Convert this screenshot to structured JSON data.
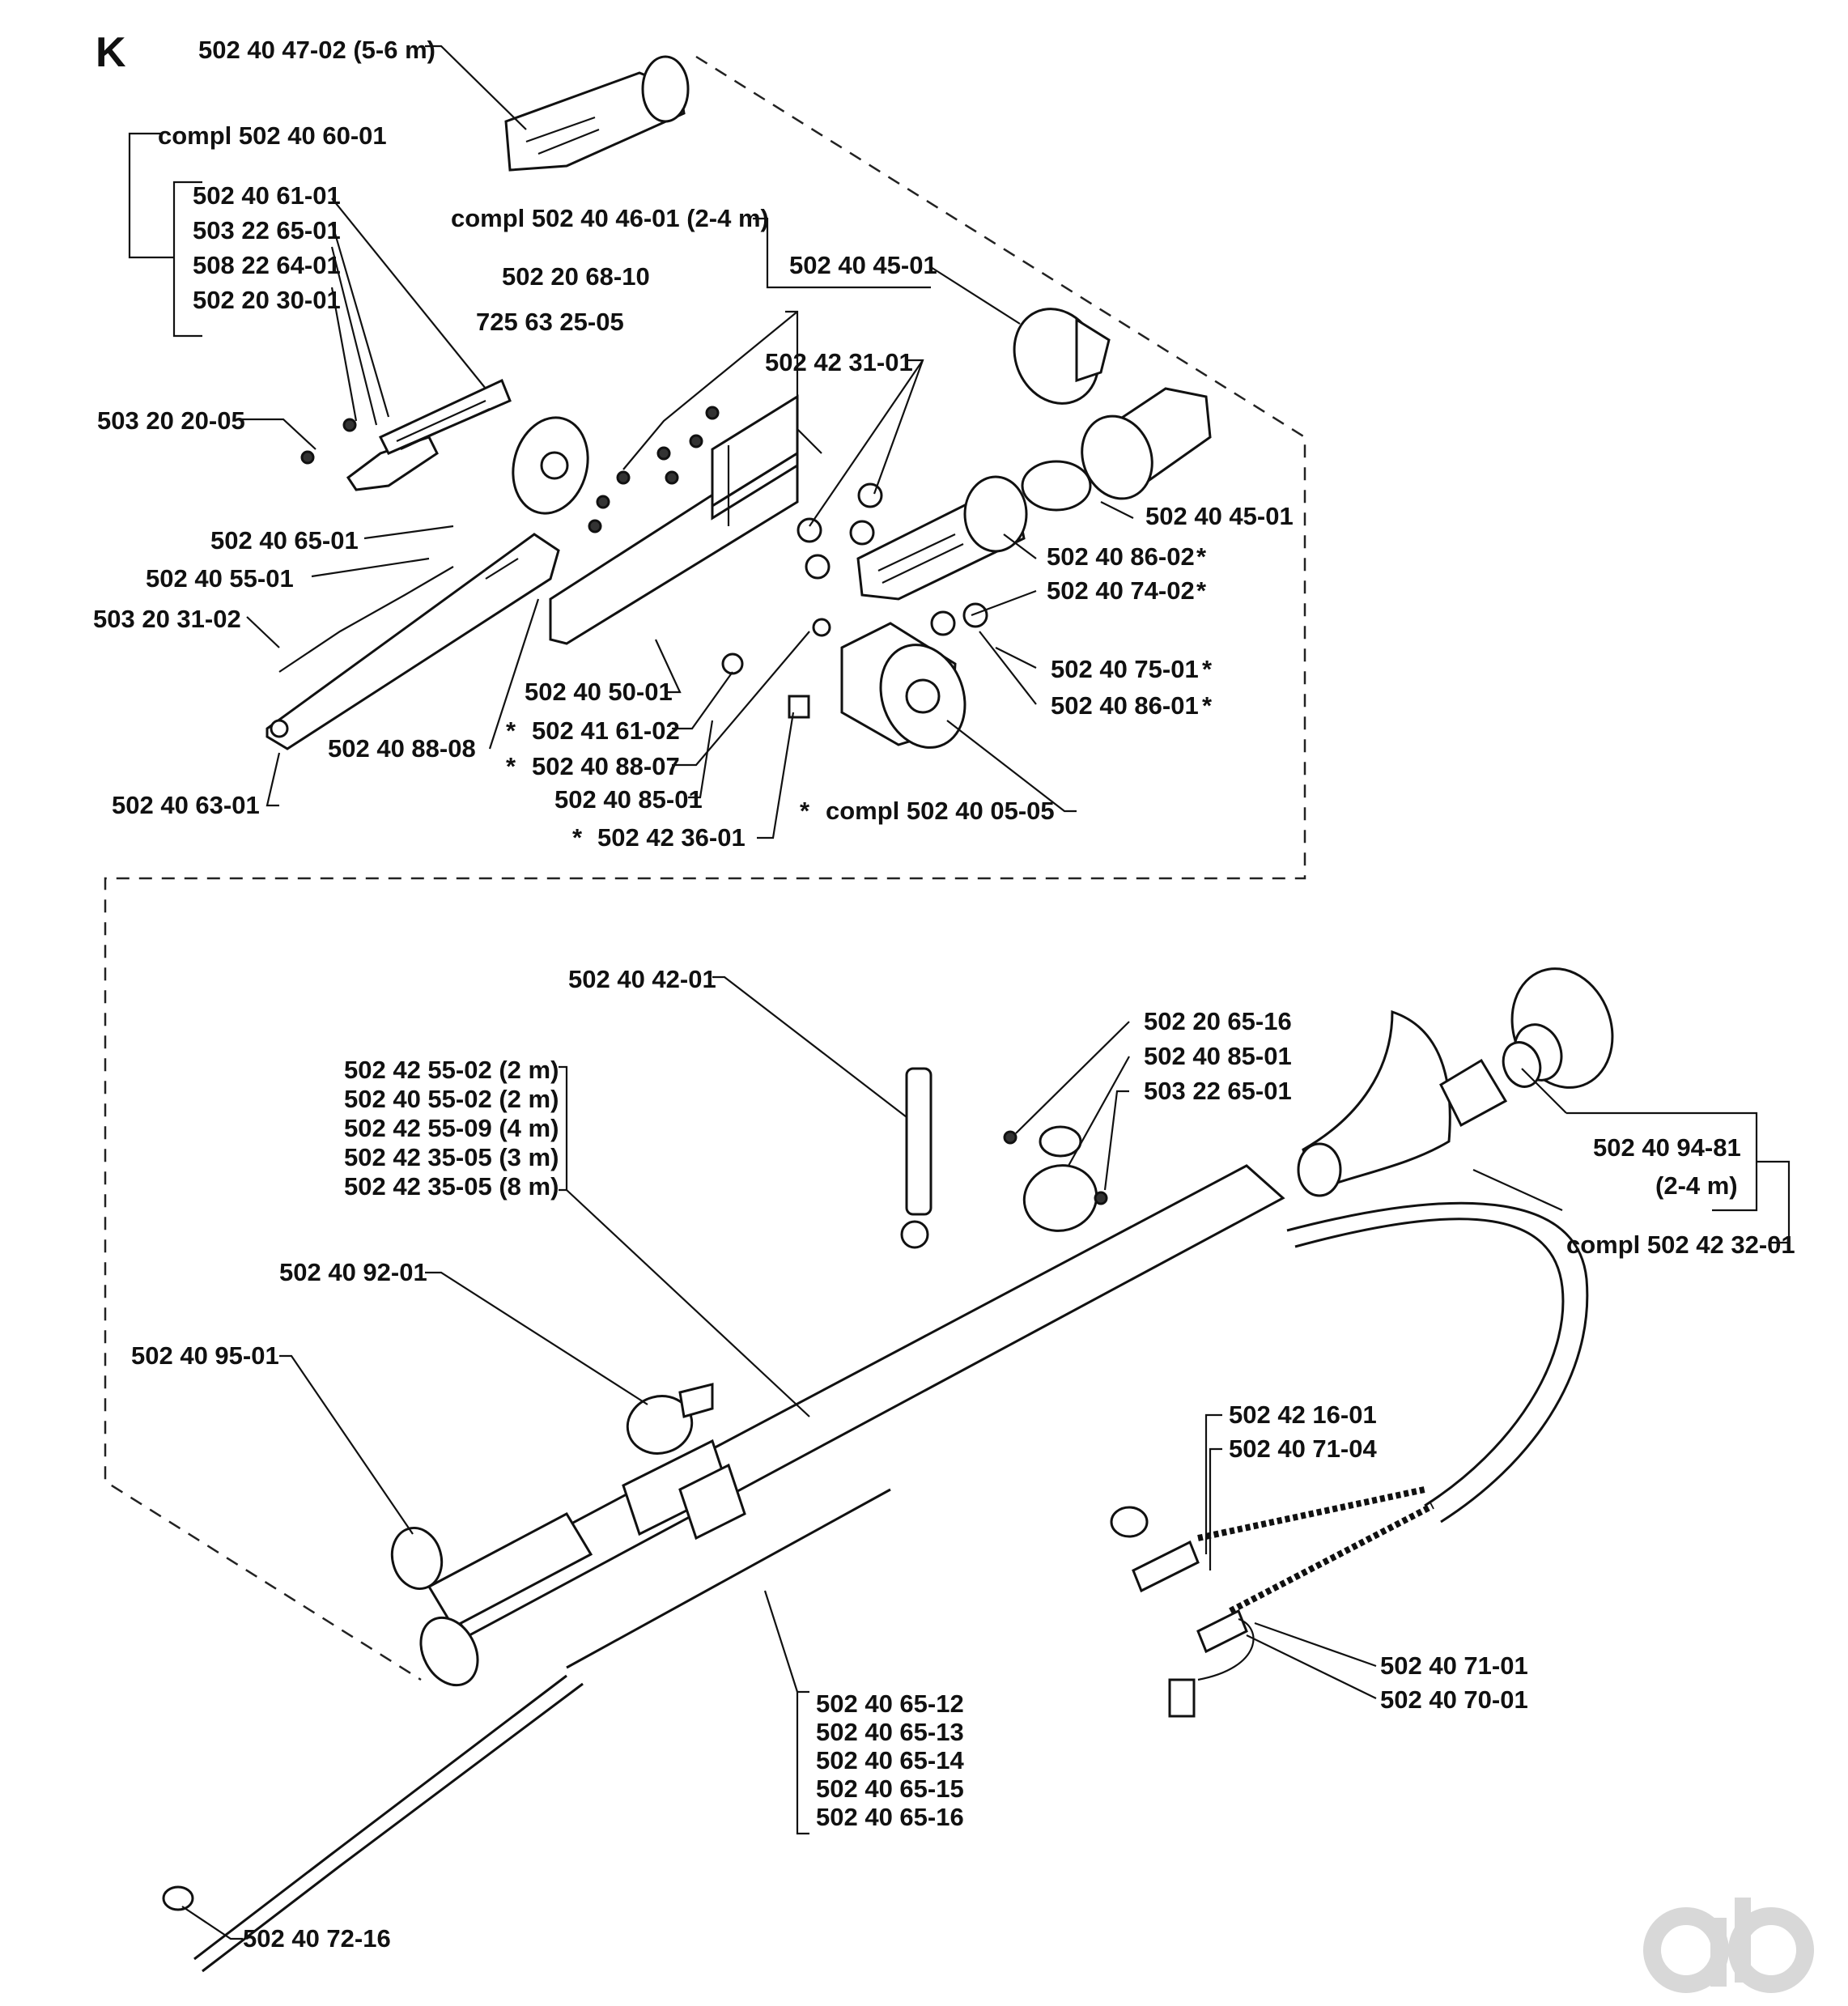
{
  "section_letter": "K",
  "labels": {
    "top_tube": "502 40 47-02 (5-6 m)",
    "compl_head": "compl 502 40 60-01",
    "head_1": "502 40 61-01",
    "head_2": "503 22 65-01",
    "head_3": "508 22 64-01",
    "head_4": "502 20 30-01",
    "compl_gear": "compl 502 40 46-01 (2-4 m)",
    "screw_10": "502 20 68-10",
    "screw_725": "725 63 25-05",
    "clamp_top": "502 40 45-01",
    "bush": "502 42 31-01",
    "bolt_20": "503 20 20-05",
    "coupling_r": "502 40 45-01",
    "cover": "502 40 65-01",
    "plate": "502 40 55-01",
    "star_1": "502 40 86-02",
    "star_2": "502 40 74-02",
    "chain": "503 20 31-02",
    "star_3": "502 40 75-01",
    "star_4": "502 40 86-01",
    "bar_body": "502 40 50-01",
    "pin": "502 41 61-02",
    "nut": "502 40 88-08",
    "sleeve": "502 40 88-07",
    "bar": "502 40 63-01",
    "spring": "502 40 85-01",
    "compl_motor": "compl 502 40 05-05",
    "washer": "502 42 36-01",
    "handle": "502 40 42-01",
    "clip_1": "502 20 65-16",
    "clip_2": "502 40 85-01",
    "clip_3": "503 22 65-01",
    "shaft_1": "502 42 55-02 (2 m)",
    "shaft_2": "502 40 55-02 (2 m)",
    "shaft_3": "502 42 55-09 (4 m)",
    "shaft_4": "502 42 35-05 (3 m)",
    "shaft_5": "502 42 35-05 (8 m)",
    "clutch_1": "502 40 94-81",
    "clutch_2": "(2-4 m)",
    "compl_clutch": "compl 502 42 32-01",
    "ring": "502 40 92-01",
    "clamp_small": "502 40 95-01",
    "cable_1": "502 42 16-01",
    "cable_2": "502 40 71-04",
    "plug_1": "502 40 71-01",
    "plug_2": "502 40 70-01",
    "tube_1": "502 40 65-12",
    "tube_2": "502 40 65-13",
    "tube_3": "502 40 65-14",
    "tube_4": "502 40 65-15",
    "tube_5": "502 40 65-16",
    "end_cap": "502 40 72-16"
  },
  "star_marker": "*"
}
